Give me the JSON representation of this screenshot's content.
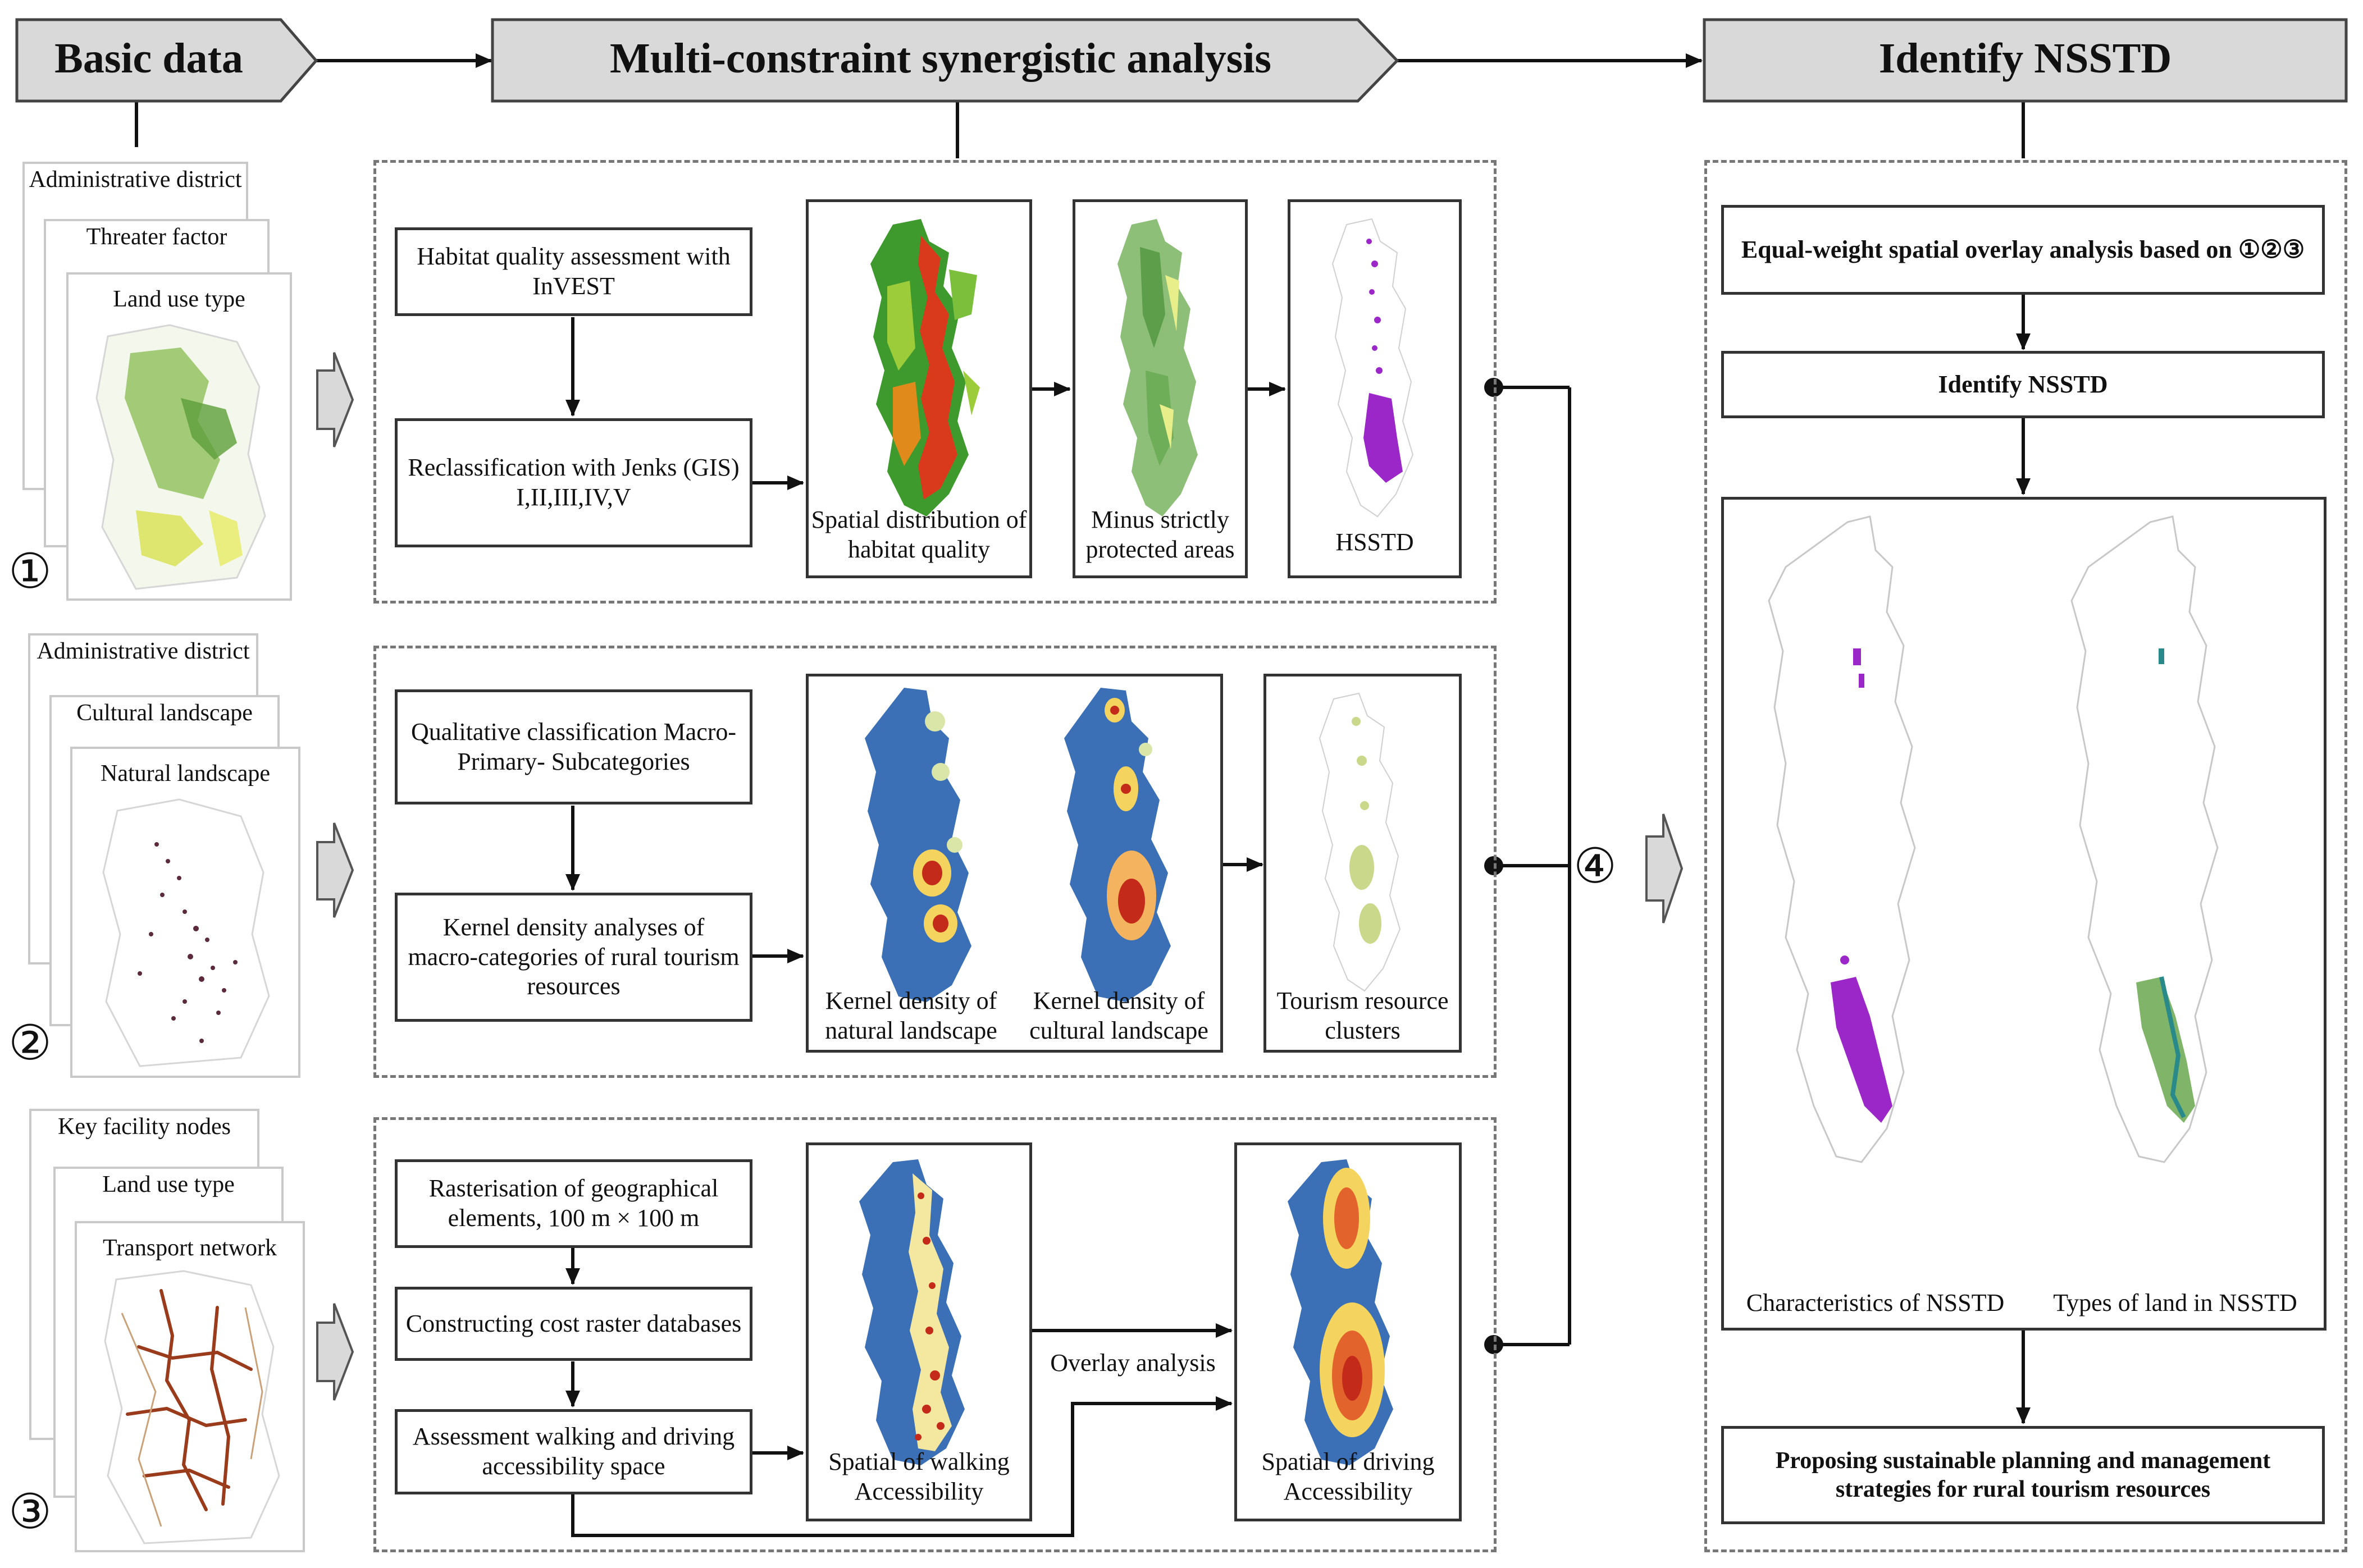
{
  "stages": {
    "basic": "Basic data",
    "multi": "Multi-constraint synergistic analysis",
    "identify": "Identify NSSTD"
  },
  "inputs": {
    "g1": [
      "Administrative district",
      "Threater factor",
      "Land use type"
    ],
    "g2": [
      "Administrative district",
      "Cultural landscape",
      "Natural landscape"
    ],
    "g3": [
      "Key facility nodes",
      "Land use type",
      "Transport network"
    ]
  },
  "markers": {
    "n1": "①",
    "n2": "②",
    "n3": "③",
    "n4": "④"
  },
  "row1": {
    "habitat": "Habitat quality assessment with InVEST",
    "reclass": "Reclassification with Jenks (GIS) I,II,III,IV,V",
    "cap_habitat": "Spatial distribution of habitat quality",
    "cap_minus": "Minus strictly protected areas",
    "cap_hsstd": "HSSTD"
  },
  "row2": {
    "qual": "Qualitative classification Macro- Primary- Subcategories",
    "kernel": "Kernel density analyses of macro-categories of rural tourism resources",
    "cap_nat": "Kernel density of natural landscape",
    "cap_cul": "Kernel density of cultural landscape",
    "cap_clusters": "Tourism resource clusters"
  },
  "row3": {
    "raster": "Rasterisation of geographical elements, 100 m × 100 m",
    "cost": "Constructing cost raster databases",
    "assess": "Assessment walking and driving accessibility space",
    "cap_walk": "Spatial of walking Accessibility",
    "overlay": "Overlay analysis",
    "cap_drive": "Spatial of driving Accessibility"
  },
  "right": {
    "equal": "Equal-weight spatial overlay analysis based on ①②③",
    "identify_box": "Identify NSSTD",
    "cap_char": "Characteristics of NSSTD",
    "cap_types": "Types of land in NSSTD",
    "propose": "Proposing sustainable planning and management strategies for rural tourism resources"
  },
  "colors": {
    "header_fill": "#d9d9d9",
    "habitat_green": "#3f9a2e",
    "habitat_red": "#d93a1c",
    "density_blue": "#3b6fb6",
    "density_red": "#c42a1a",
    "nsstd_purple": "#9b27c9",
    "land_green": "#6aa84f",
    "land_teal": "#2a8a8a"
  }
}
